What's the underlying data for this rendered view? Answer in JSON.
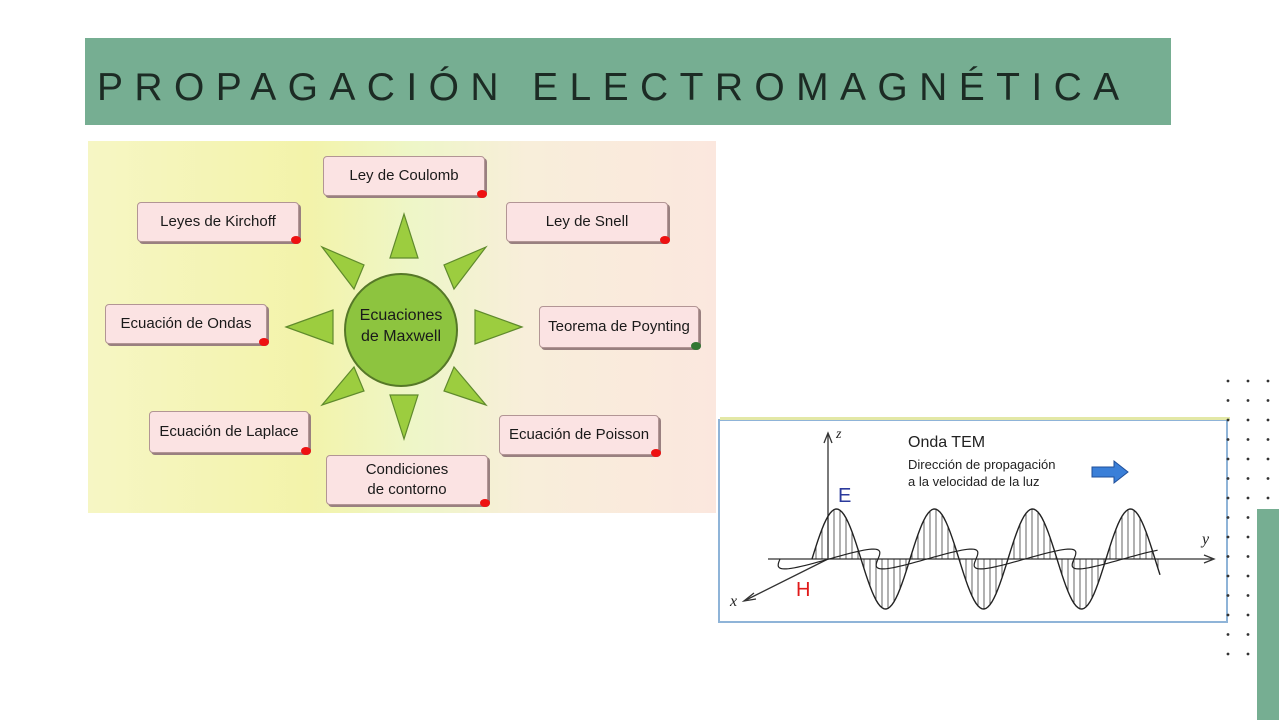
{
  "title": "PROPAGACIÓN ELECTROMAGNÉTICA",
  "maxwell_diagram": {
    "center_line1": "Ecuaciones",
    "center_line2": "de Maxwell",
    "boxes": {
      "coulomb": "Ley de Coulomb",
      "kirchoff": "Leyes de Kirchoff",
      "snell": "Ley de Snell",
      "ondas": "Ecuación de Ondas",
      "poynting": "Teorema de Poynting",
      "laplace": "Ecuación de Laplace",
      "poisson": "Ecuación de Poisson",
      "contorno_line1": "Condiciones",
      "contorno_line2": "de contorno"
    }
  },
  "tem_wave": {
    "title": "Onda TEM",
    "subtitle_line1": "Dirección de propagación",
    "subtitle_line2": "a la velocidad de la luz",
    "label_e": "E",
    "label_h": "H",
    "axis_x": "x",
    "axis_y": "y",
    "axis_z": "z",
    "color_e": "#2b3a9c",
    "color_h": "#e01a1a"
  },
  "colors": {
    "title_bar": "#76ae92",
    "sun": "#8dc43f",
    "box": "#fbe3e3"
  }
}
